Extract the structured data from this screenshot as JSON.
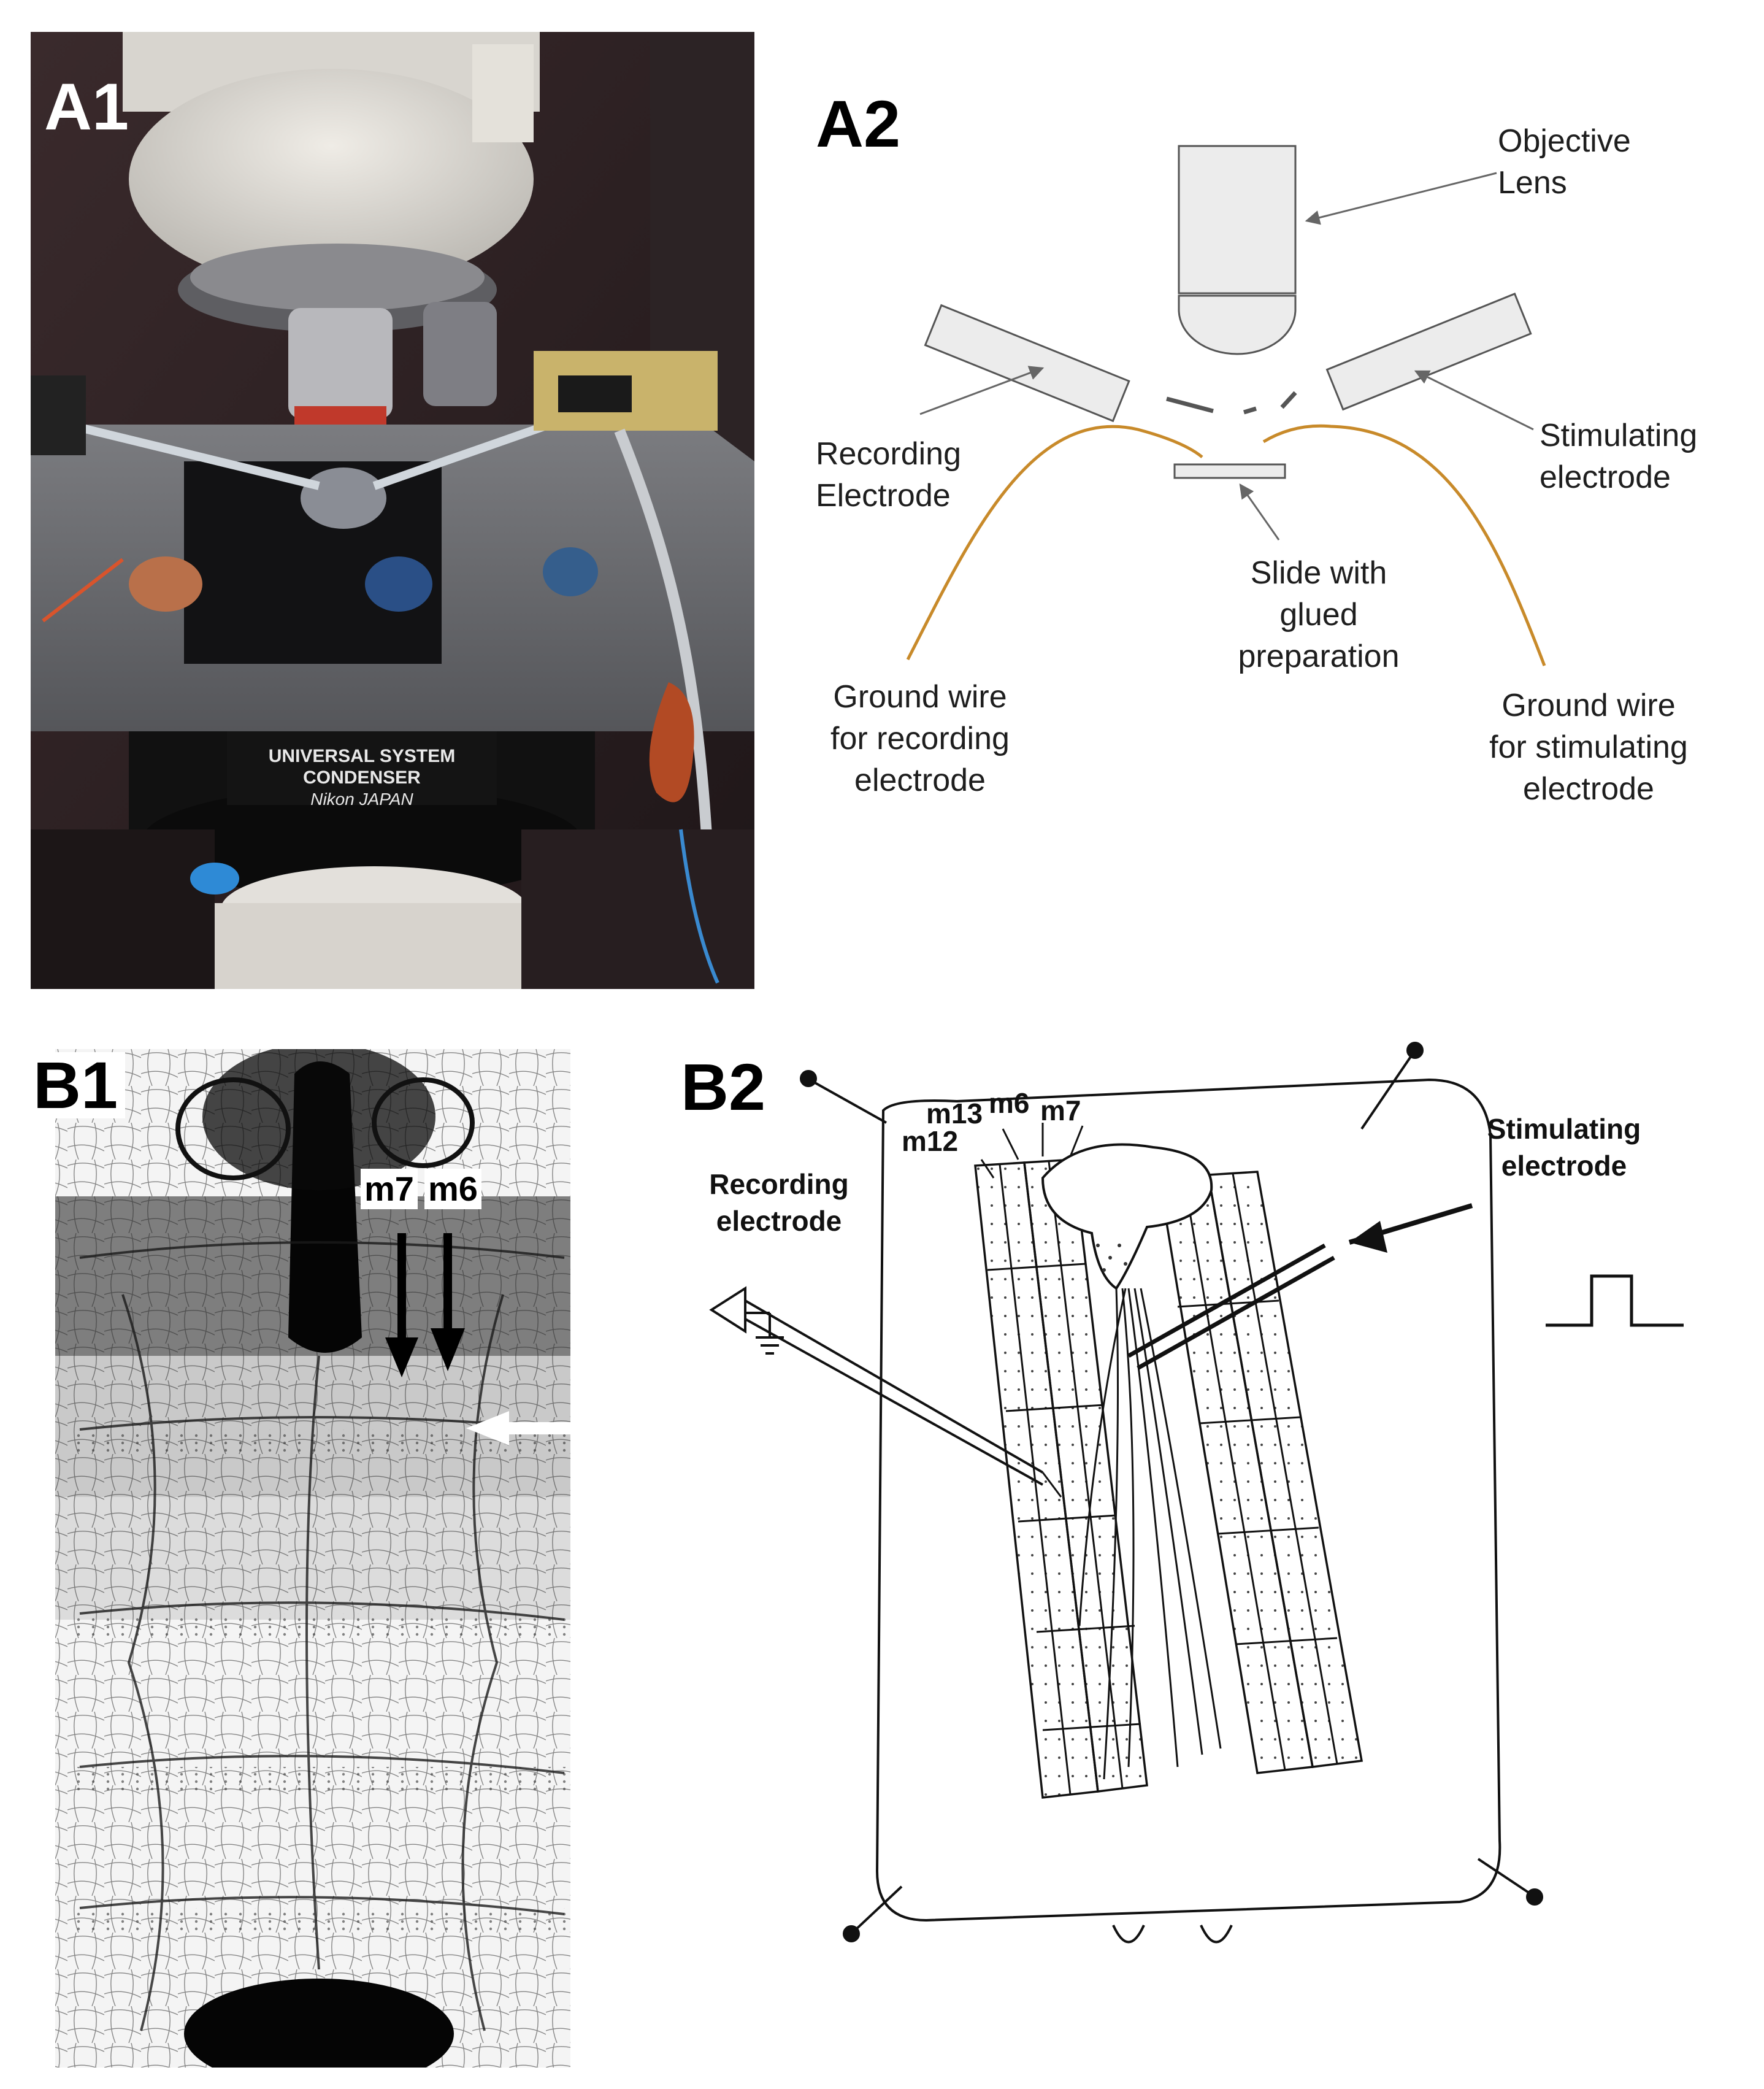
{
  "panels": {
    "a1": {
      "label": "A1"
    },
    "a2": {
      "label": "A2",
      "objective_lens": [
        "Objective",
        "Lens"
      ],
      "recording_electrode": [
        "Recording",
        "Electrode"
      ],
      "stimulating_electrode": [
        "Stimulating",
        "electrode"
      ],
      "slide": [
        "Slide with",
        "glued",
        "preparation"
      ],
      "ground_recording": [
        "Ground wire",
        "for recording",
        "electrode"
      ],
      "ground_stimulating": [
        "Ground wire",
        "for stimulating",
        "electrode"
      ]
    },
    "b1": {
      "label": "B1",
      "m7": "m7",
      "m6": "m6"
    },
    "b2": {
      "label": "B2",
      "m13": "m13",
      "m6": "m6",
      "m7": "m7",
      "m12": "m12",
      "recording_electrode": [
        "Recording",
        "electrode"
      ],
      "stimulating_electrode": [
        "Stimulating",
        "electrode"
      ]
    },
    "photo_text": [
      "UNIVERSAL SYSTEM",
      "CONDENSER",
      "Nikon JAPAN"
    ]
  },
  "colors": {
    "ground_wire": "#c88a2a",
    "component_fill": "#ececec",
    "component_stroke": "#555555",
    "arrow_gray": "#666666"
  }
}
